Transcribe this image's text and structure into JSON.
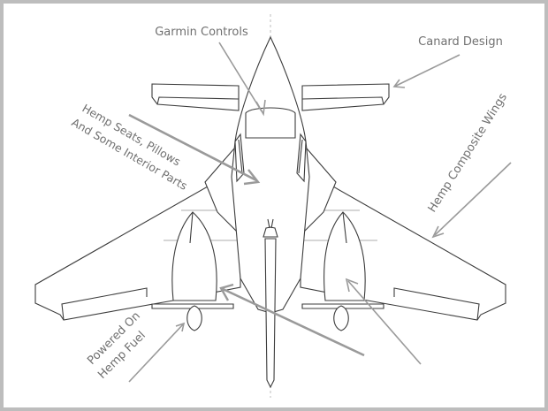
{
  "labels": {
    "garmin": "Garmin Controls",
    "canard": "Canard Design",
    "hemp_seats_line1": "Hemp Seats, Pillows",
    "hemp_seats_line2": "And Some Interior Parts",
    "wings": "Hemp Composite Wings",
    "powered_line1": "Powered On",
    "powered_line2": "Hemp Fuel"
  },
  "colors": {
    "frame": "#bdbdbd",
    "outline": "#3c3c3c",
    "label": "#707070",
    "pointer": "#9a9a9a"
  }
}
